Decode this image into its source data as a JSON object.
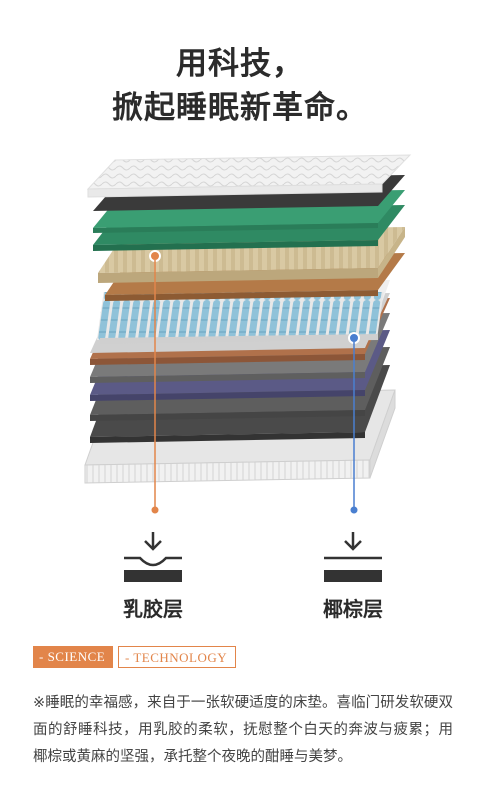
{
  "headline": {
    "line1": "用科技，",
    "line2": "掀起睡眠新革命。"
  },
  "layers": {
    "latex_label": "乳胶层",
    "coir_label": "椰棕层"
  },
  "tags": {
    "science": "- SCIENCE",
    "technology": "- TECHNOLOGY"
  },
  "description": "※睡眠的幸福感，来自于一张软硬适度的床垫。喜临门研发软硬双面的舒睡科技，用乳胶的柔软，抚慰整个白天的奔波与疲累；用椰棕或黄麻的坚强，承托整个夜晚的酣睡与美梦。",
  "colors": {
    "accent_orange": "#e2854a",
    "accent_blue": "#4a7fd0"
  }
}
